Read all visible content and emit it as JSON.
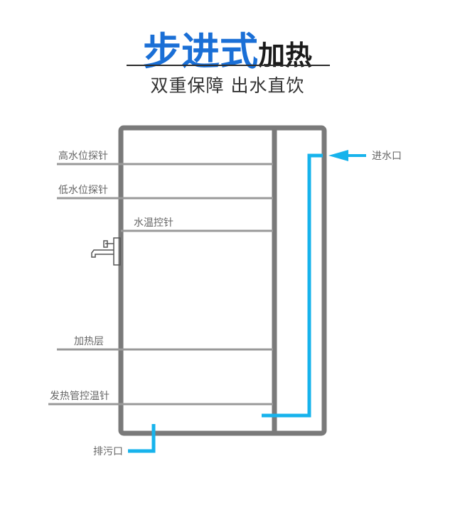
{
  "heading": {
    "title_blue": "步进式",
    "title_black": "加热",
    "subtitle": "双重保障 出水直饮"
  },
  "labels": {
    "high_probe": "高水位探针",
    "low_probe": "低水位探针",
    "temp_probe": "水温控针",
    "heating_layer": "加热层",
    "heater_temp_probe": "发热管控温针",
    "inlet": "进水口",
    "drain": "排污口"
  },
  "colors": {
    "accent": "#1a6fd6",
    "pipe": "#17b3ec",
    "tank": "#7a7a7a",
    "probe": "#999999"
  }
}
